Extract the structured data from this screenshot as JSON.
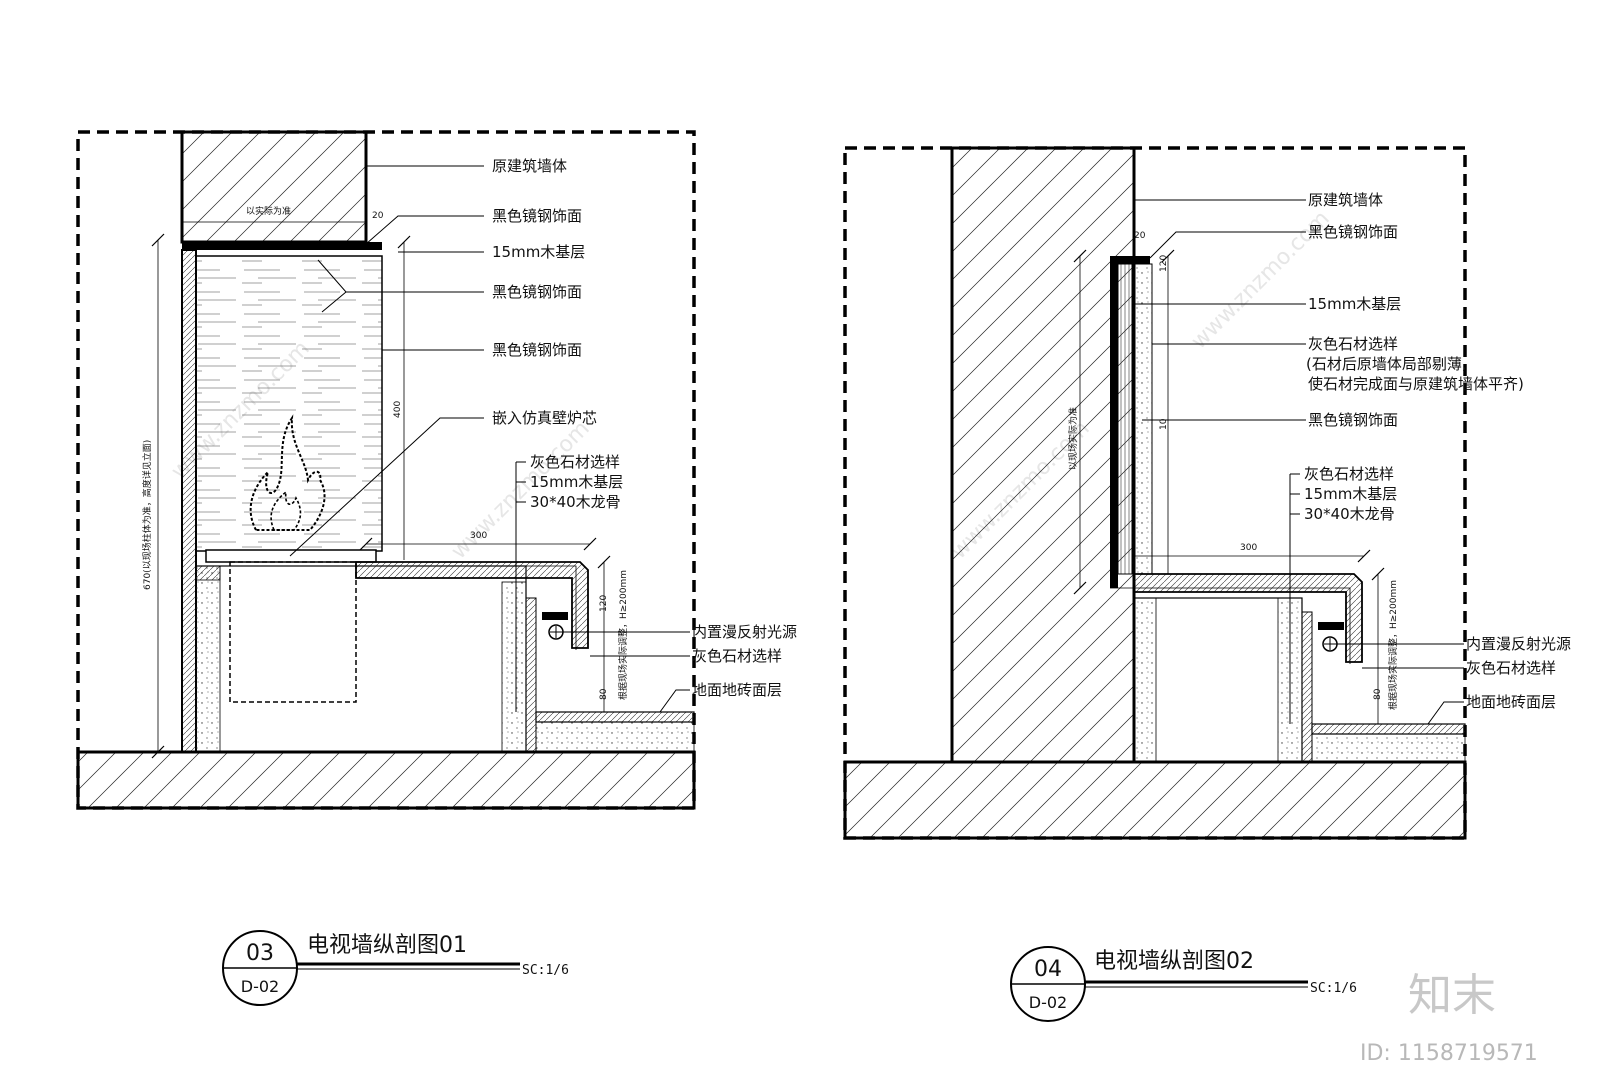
{
  "watermarks": {
    "brand": "知末",
    "id": "ID: 1158719571",
    "diagonal": "www.znzmo.com"
  },
  "section03": {
    "number": "03",
    "sheet": "D-02",
    "title": "电视墙纵剖图01",
    "scale": "SC:1/6",
    "labels": [
      "原建筑墙体",
      "黑色镜钢饰面",
      "15mm木基层",
      "黑色镜钢饰面",
      "黑色镜钢饰面",
      "嵌入仿真壁炉芯",
      "灰色石材选样",
      "15mm木基层",
      "30*40木龙骨",
      "内置漫反射光源",
      "灰色石材选样",
      "地面地砖面层"
    ],
    "dims": {
      "d20": "20",
      "d400": "400",
      "d300": "300",
      "d120": "120",
      "d80": "80",
      "width_note": "以实际为准",
      "height_note": "670(以现场柱体为准，高度详见立面)",
      "gap_note": "根据现场实际调整，H≥200mm"
    }
  },
  "section04": {
    "number": "04",
    "sheet": "D-02",
    "title": "电视墙纵剖图02",
    "scale": "SC:1/6",
    "labels": [
      "原建筑墙体",
      "黑色镜钢饰面",
      "15mm木基层",
      "灰色石材选样",
      "(石材后原墙体局部剔薄,",
      "使石材完成面与原建筑墙体平齐)",
      "黑色镜钢饰面",
      "灰色石材选样",
      "15mm木基层",
      "30*40木龙骨",
      "内置漫反射光源",
      "灰色石材选样",
      "地面地砖面层"
    ],
    "dims": {
      "d20": "20",
      "d120": "120",
      "d10": "10",
      "d300": "300",
      "d80": "80",
      "height_note": "以现场实际为准",
      "gap_note": "根据现场实际调整，H≥200mm"
    }
  }
}
